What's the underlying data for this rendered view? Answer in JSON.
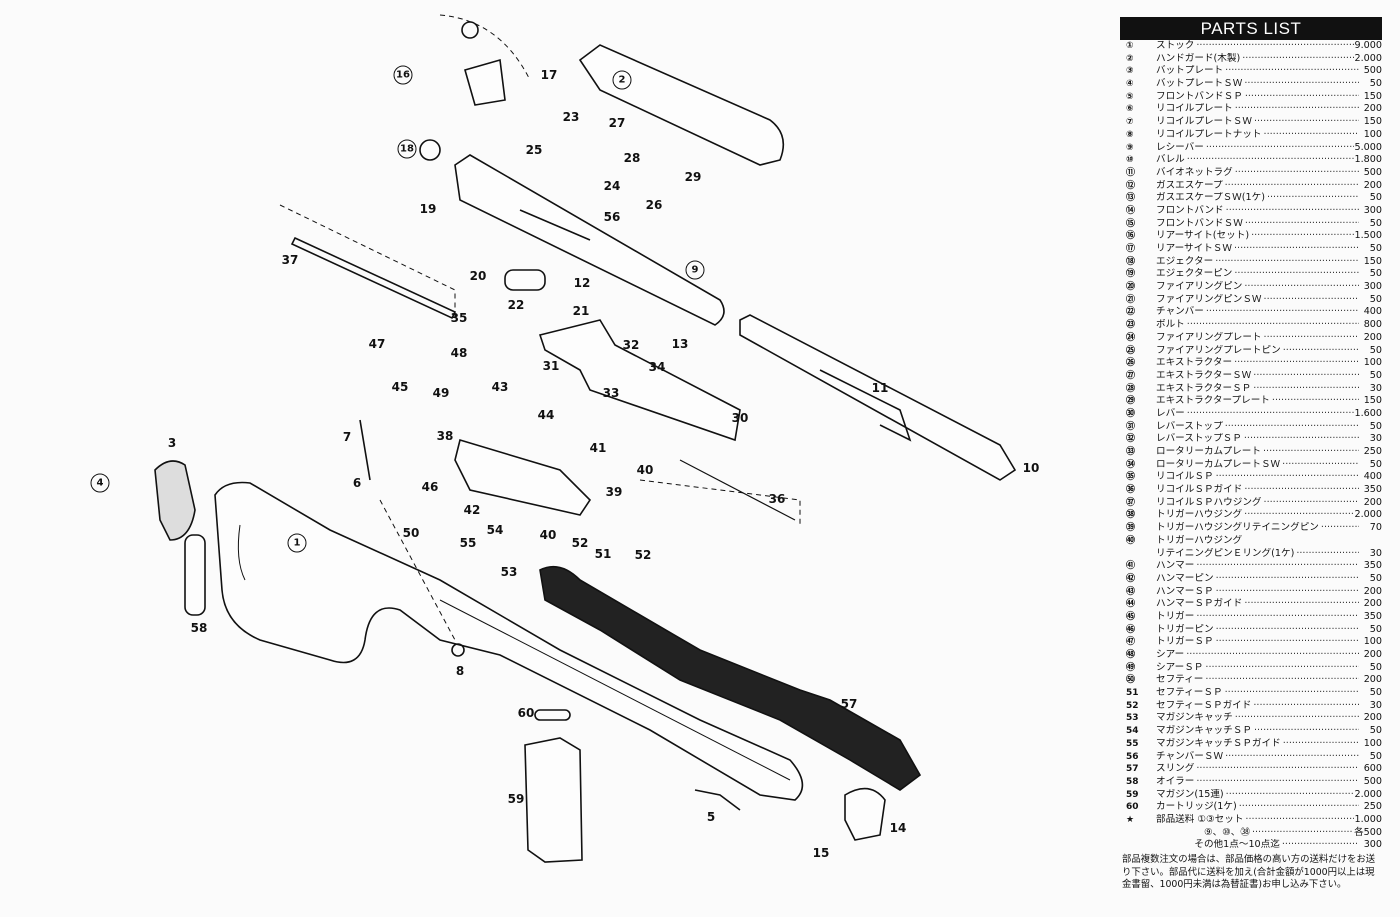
{
  "parts_list": {
    "title": "PARTS LIST",
    "items": [
      {
        "no": "①",
        "name": "ストック",
        "price": "9.000"
      },
      {
        "no": "②",
        "name": "ハンドガード(木製)",
        "price": "2.000"
      },
      {
        "no": "③",
        "name": "バットプレート",
        "price": "500"
      },
      {
        "no": "④",
        "name": "バットプレートＳＷ",
        "price": "50"
      },
      {
        "no": "⑤",
        "name": "フロントバンドＳＰ",
        "price": "150"
      },
      {
        "no": "⑥",
        "name": "リコイルプレート",
        "price": "200"
      },
      {
        "no": "⑦",
        "name": "リコイルプレートＳＷ",
        "price": "150"
      },
      {
        "no": "⑧",
        "name": "リコイルプレートナット",
        "price": "100"
      },
      {
        "no": "⑨",
        "name": "レシーバー",
        "price": "5.000"
      },
      {
        "no": "⑩",
        "name": "バレル",
        "price": "1.800"
      },
      {
        "no": "⑪",
        "name": "バイオネットラグ",
        "price": "500"
      },
      {
        "no": "⑫",
        "name": "ガスエスケープ",
        "price": "200"
      },
      {
        "no": "⑬",
        "name": "ガスエスケープＳＷ(1ケ)",
        "price": "50"
      },
      {
        "no": "⑭",
        "name": "フロントバンド",
        "price": "300"
      },
      {
        "no": "⑮",
        "name": "フロントバンドＳＷ",
        "price": "50"
      },
      {
        "no": "⑯",
        "name": "リアーサイト(セット)",
        "price": "1.500"
      },
      {
        "no": "⑰",
        "name": "リアーサイトＳＷ",
        "price": "50"
      },
      {
        "no": "⑱",
        "name": "エジェクター",
        "price": "150"
      },
      {
        "no": "⑲",
        "name": "エジェクターピン",
        "price": "50"
      },
      {
        "no": "⑳",
        "name": "ファイアリングピン",
        "price": "300"
      },
      {
        "no": "㉑",
        "name": "ファイアリングピンＳＷ",
        "price": "50"
      },
      {
        "no": "㉒",
        "name": "チャンバー",
        "price": "400"
      },
      {
        "no": "㉓",
        "name": "ボルト",
        "price": "800"
      },
      {
        "no": "㉔",
        "name": "ファイアリングプレート",
        "price": "200"
      },
      {
        "no": "㉕",
        "name": "ファイアリングプレートピン",
        "price": "50"
      },
      {
        "no": "㉖",
        "name": "エキストラクター",
        "price": "100"
      },
      {
        "no": "㉗",
        "name": "エキストラクターＳＷ",
        "price": "50"
      },
      {
        "no": "㉘",
        "name": "エキストラクターＳＰ",
        "price": "30"
      },
      {
        "no": "㉙",
        "name": "エキストラクタープレート",
        "price": "150"
      },
      {
        "no": "㉚",
        "name": "レバー",
        "price": "1.600"
      },
      {
        "no": "㉛",
        "name": "レバーストップ",
        "price": "50"
      },
      {
        "no": "㉜",
        "name": "レバーストップＳＰ",
        "price": "30"
      },
      {
        "no": "㉝",
        "name": "ロータリーカムプレート",
        "price": "250"
      },
      {
        "no": "㉞",
        "name": "ロータリーカムプレートＳＷ",
        "price": "50"
      },
      {
        "no": "㉟",
        "name": "リコイルＳＰ",
        "price": "400"
      },
      {
        "no": "㊱",
        "name": "リコイルＳＰガイド",
        "price": "350"
      },
      {
        "no": "㊲",
        "name": "リコイルＳＰハウジング",
        "price": "200"
      },
      {
        "no": "㊳",
        "name": "トリガーハウジング",
        "price": "2.000"
      },
      {
        "no": "㊴",
        "name": "トリガーハウジングリテイニングピン",
        "price": "70"
      },
      {
        "no": "㊵",
        "name": "トリガーハウジング",
        "price": ""
      },
      {
        "no": "",
        "name": "リテイニングピンＥリング(1ケ)",
        "price": "30"
      },
      {
        "no": "㊶",
        "name": "ハンマー",
        "price": "350"
      },
      {
        "no": "㊷",
        "name": "ハンマーピン",
        "price": "50"
      },
      {
        "no": "㊸",
        "name": "ハンマーＳＰ",
        "price": "200"
      },
      {
        "no": "㊹",
        "name": "ハンマーＳＰガイド",
        "price": "200"
      },
      {
        "no": "㊺",
        "name": "トリガー",
        "price": "350"
      },
      {
        "no": "㊻",
        "name": "トリガーピン",
        "price": "50"
      },
      {
        "no": "㊼",
        "name": "トリガーＳＰ",
        "price": "100"
      },
      {
        "no": "㊽",
        "name": "シアー",
        "price": "200"
      },
      {
        "no": "㊾",
        "name": "シアーＳＰ",
        "price": "50"
      },
      {
        "no": "㊿",
        "name": "セフティー",
        "price": "200"
      },
      {
        "no": "51",
        "name": "セフティーＳＰ",
        "price": "50"
      },
      {
        "no": "52",
        "name": "セフティーＳＰガイド",
        "price": "30"
      },
      {
        "no": "53",
        "name": "マガジンキャッチ",
        "price": "200"
      },
      {
        "no": "54",
        "name": "マガジンキャッチＳＰ",
        "price": "50"
      },
      {
        "no": "55",
        "name": "マガジンキャッチＳＰガイド",
        "price": "100"
      },
      {
        "no": "56",
        "name": "チャンバーＳＷ",
        "price": "50"
      },
      {
        "no": "57",
        "name": "スリング",
        "price": "600"
      },
      {
        "no": "58",
        "name": "オイラー",
        "price": "500"
      },
      {
        "no": "59",
        "name": "マガジン(15連)",
        "price": "2.000"
      },
      {
        "no": "60",
        "name": "カートリッジ(1ケ)",
        "price": "250"
      },
      {
        "no": "★",
        "name": "部品送料 ①③セット",
        "price": "1.000"
      },
      {
        "no": "",
        "name": "　　　　　⑨、⑩、㊳",
        "price": "各500"
      },
      {
        "no": "",
        "name": "　　　　その他1点～10点迄",
        "price": "300"
      }
    ],
    "note": "部品複数注文の場合は、部品価格の高い方の送料だけをお送り下さい。部品代に送料を加え(合計金額が1000円以上は現金書留、1000円未満は為替証書)お申し込み下さい。"
  },
  "diagram": {
    "callouts": [
      "16",
      "17",
      "2",
      "23",
      "27",
      "18",
      "25",
      "28",
      "29",
      "24",
      "26",
      "19",
      "56",
      "37",
      "9",
      "20",
      "12",
      "22",
      "21",
      "35",
      "47",
      "48",
      "32",
      "13",
      "31",
      "34",
      "45",
      "49",
      "43",
      "33",
      "11",
      "30",
      "44",
      "7",
      "38",
      "41",
      "40",
      "10",
      "3",
      "4",
      "6",
      "46",
      "39",
      "36",
      "42",
      "1",
      "54",
      "50",
      "55",
      "40",
      "52",
      "51",
      "52",
      "53",
      "58",
      "8",
      "60",
      "57",
      "59",
      "5",
      "14",
      "15"
    ]
  }
}
